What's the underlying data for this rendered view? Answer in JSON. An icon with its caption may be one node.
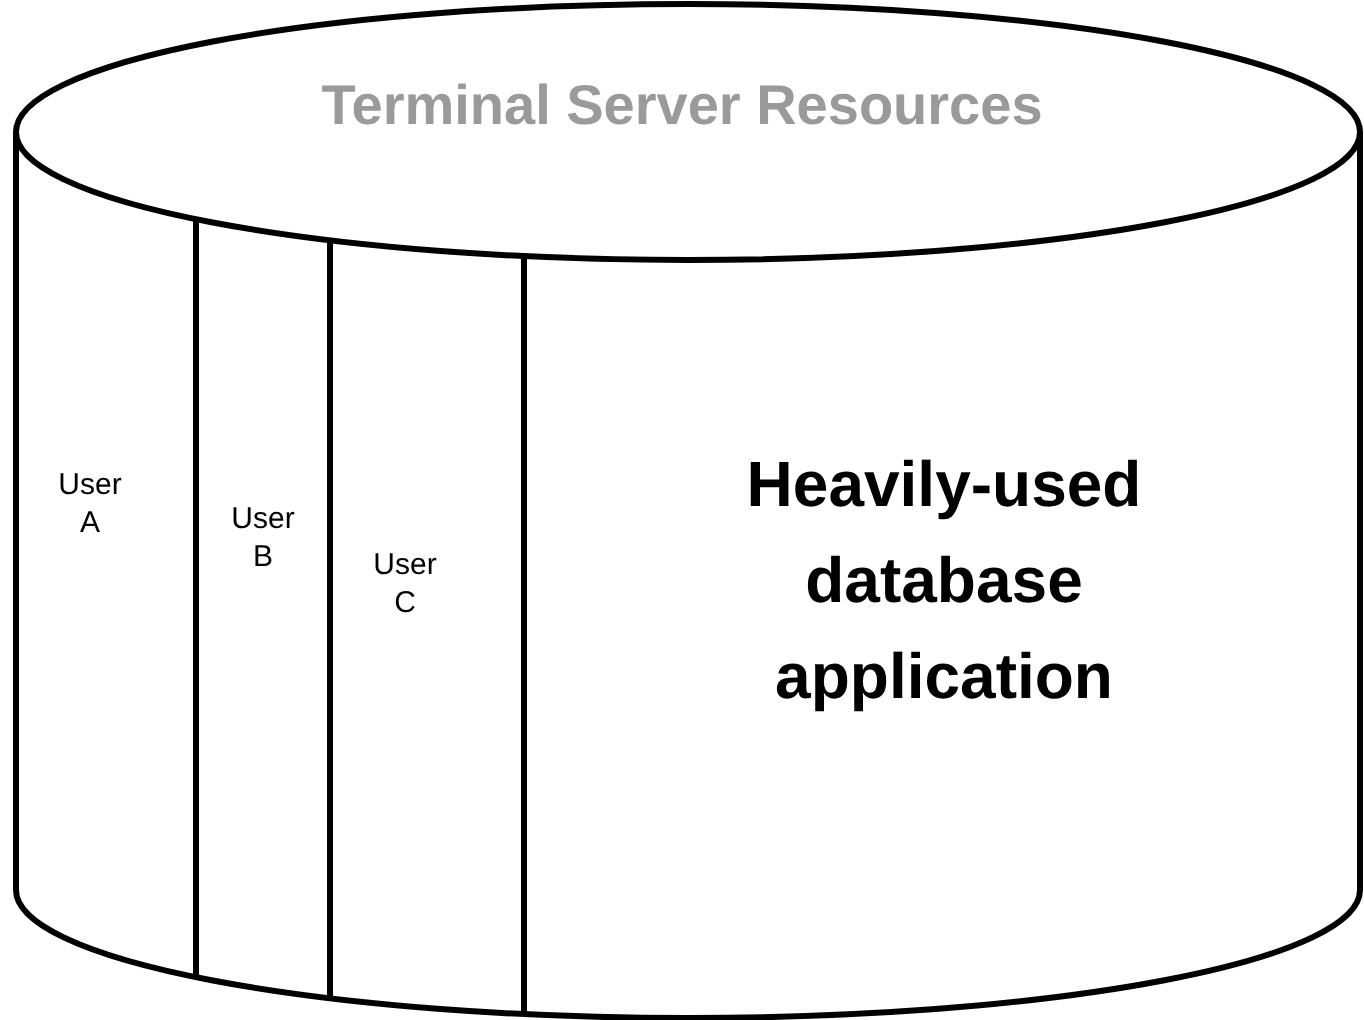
{
  "diagram": {
    "nodes": [
      {
        "text": [
          "Terminal Server Resources"
        ]
      },
      {
        "text": [
          "User A"
        ],
        "in": 0
      },
      {
        "text": [
          "User B"
        ],
        "in": 0
      },
      {
        "text": [
          "User C"
        ],
        "in": 0
      },
      {
        "text": [
          "Heavily-used database application"
        ],
        "in": 0
      }
    ]
  }
}
